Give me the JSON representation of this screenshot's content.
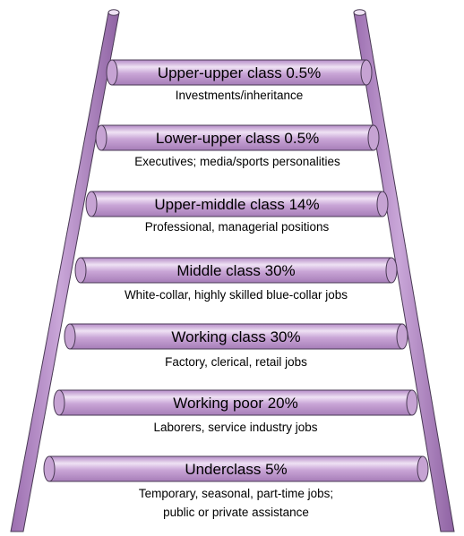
{
  "diagram": {
    "colors": {
      "rail_fill": "#b68dc6",
      "rail_stroke": "#4a3a55",
      "rung_fill": "#c6a3d3",
      "rung_highlight": "#efe2f4",
      "rung_stroke": "#4a3a55",
      "text": "#000000"
    },
    "rungs": [
      {
        "label": "Upper-upper class 0.5%",
        "class_name": "Upper-upper class",
        "percent": 0.5,
        "description": [
          "Investments/inheritance"
        ]
      },
      {
        "label": "Lower-upper class 0.5%",
        "class_name": "Lower-upper class",
        "percent": 0.5,
        "description": [
          "Executives; media/sports personalities"
        ]
      },
      {
        "label": "Upper-middle class 14%",
        "class_name": "Upper-middle class",
        "percent": 14,
        "description": [
          "Professional, managerial positions"
        ]
      },
      {
        "label": "Middle class 30%",
        "class_name": "Middle class",
        "percent": 30,
        "description": [
          "White-collar, highly skilled blue-collar jobs"
        ]
      },
      {
        "label": "Working class 30%",
        "class_name": "Working class",
        "percent": 30,
        "description": [
          "Factory, clerical, retail jobs"
        ]
      },
      {
        "label": "Working poor 20%",
        "class_name": "Working poor",
        "percent": 20,
        "description": [
          "Laborers, service industry jobs"
        ]
      },
      {
        "label": "Underclass 5%",
        "class_name": "Underclass",
        "percent": 5,
        "description": [
          "Temporary, seasonal, part-time jobs;",
          "public or private assistance"
        ]
      }
    ]
  }
}
